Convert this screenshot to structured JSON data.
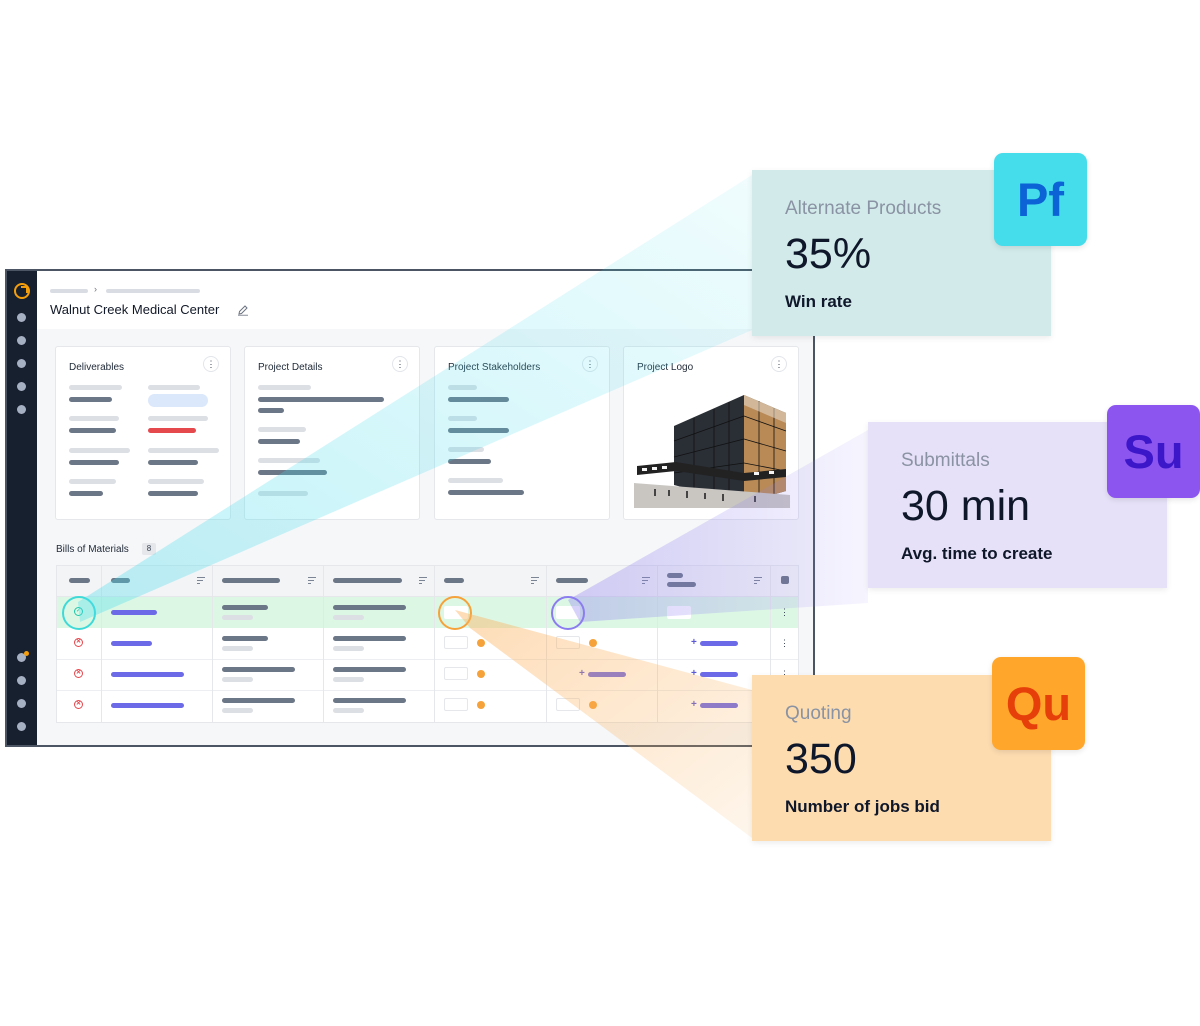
{
  "app": {
    "project_title": "Walnut Creek Medical Center",
    "breadcrumb_separator": "›",
    "cards": {
      "deliverables": "Deliverables",
      "project_details": "Project Details",
      "project_stakeholders": "Project Stakeholders",
      "project_logo": "Project Logo"
    },
    "kebab": "⋮",
    "bills_of_materials": {
      "label": "Bills of Materials",
      "count": "8"
    },
    "icons": {
      "check": "✓",
      "x": "✕",
      "plus": "+"
    }
  },
  "stats": [
    {
      "product": "Alternate Products",
      "badge": "Pf",
      "value": "35%",
      "caption": "Win rate",
      "card_color": "#d2ebea",
      "badge_bg": "#45dceb",
      "badge_fg": "#0b63d6"
    },
    {
      "product": "Submittals",
      "badge": "Su",
      "value": "30 min",
      "caption": "Avg. time to create",
      "card_color": "#e6e1f8",
      "badge_bg": "#8c55f0",
      "badge_fg": "#3c16c9"
    },
    {
      "product": "Quoting",
      "badge": "Qu",
      "value": "350",
      "caption": "Number of jobs bid",
      "card_color": "#fddcb0",
      "badge_bg": "#ffa62b",
      "badge_fg": "#e63f0a"
    }
  ]
}
